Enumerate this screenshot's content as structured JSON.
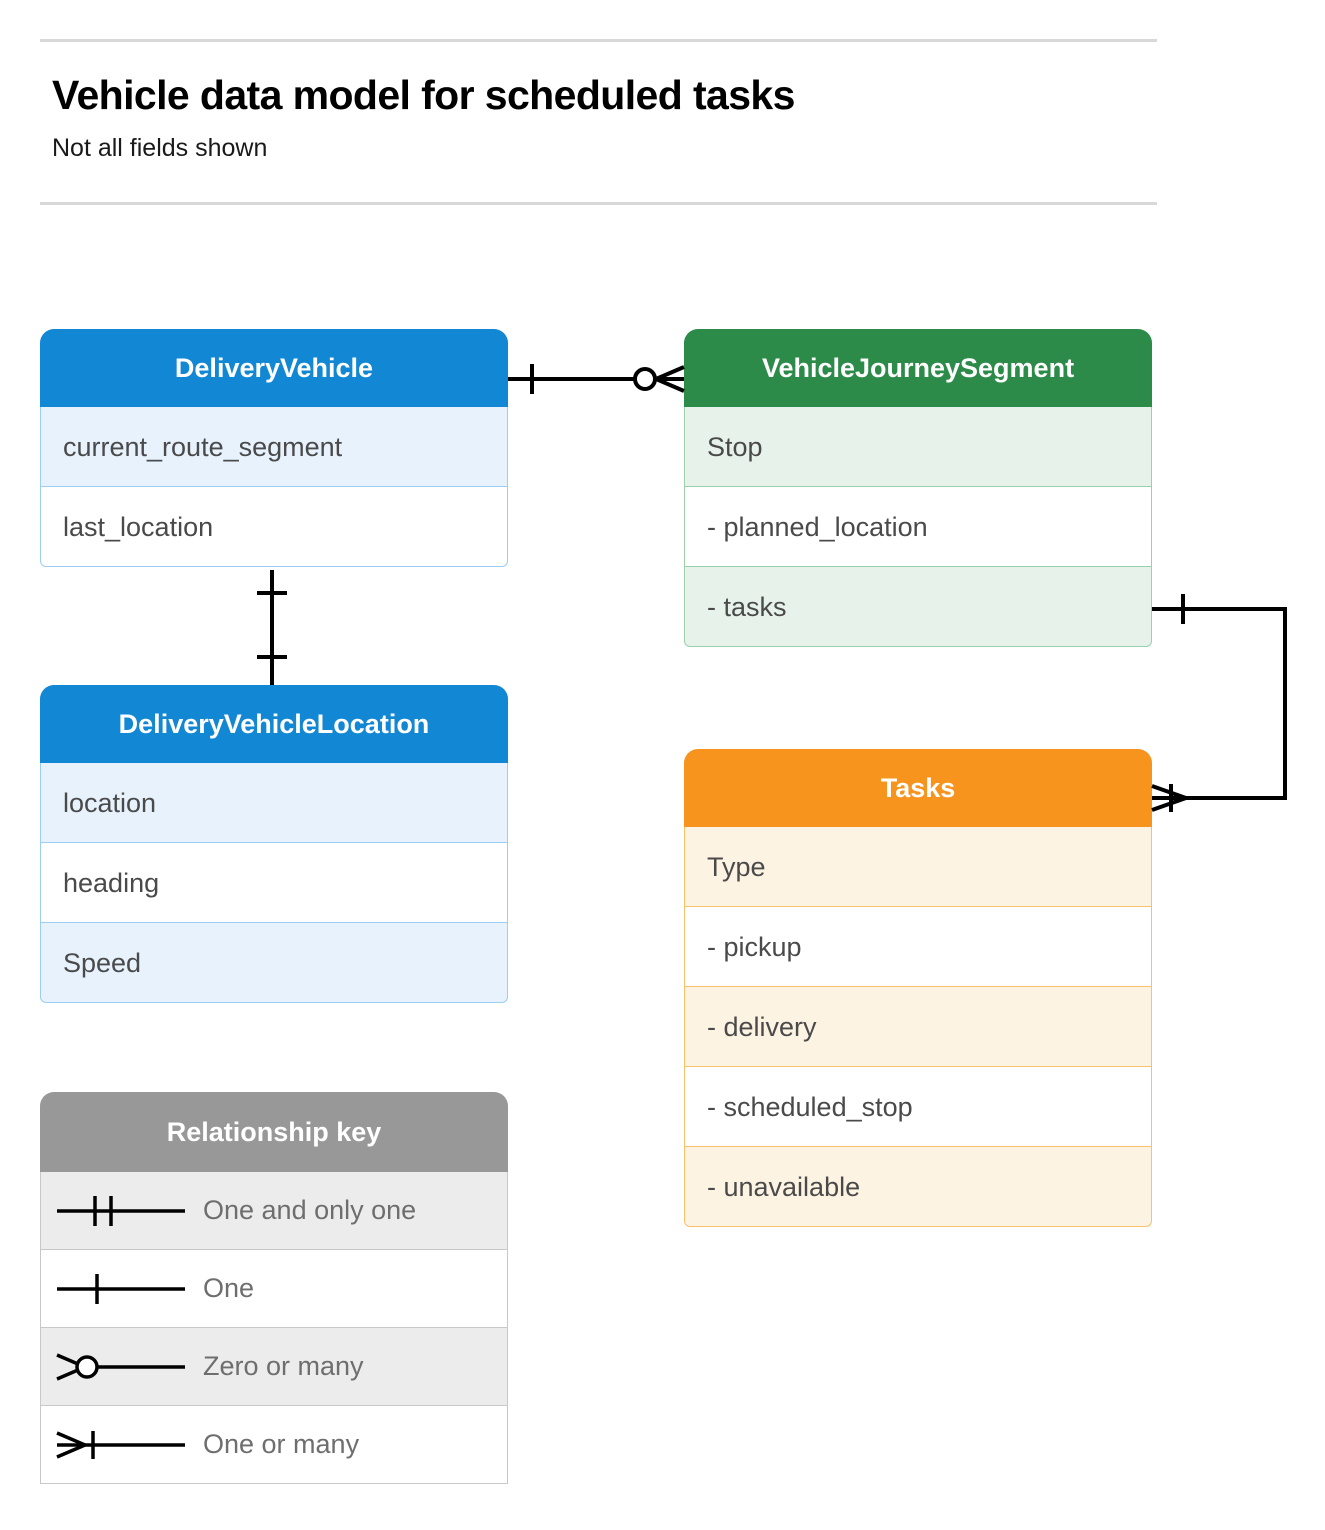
{
  "header": {
    "title": "Vehicle data model for scheduled tasks",
    "subtitle": "Not all fields shown"
  },
  "entities": [
    {
      "id": "delivery-vehicle",
      "name": "DeliveryVehicle",
      "color": "#1287d4",
      "rows": [
        "current_route_segment",
        "last_location"
      ]
    },
    {
      "id": "vehicle-journey-segment",
      "name": "VehicleJourneySegment",
      "color": "#2c8b48",
      "rows": [
        "Stop",
        "-  planned_location",
        "- tasks"
      ]
    },
    {
      "id": "delivery-vehicle-location",
      "name": "DeliveryVehicleLocation",
      "color": "#1287d4",
      "rows": [
        "location",
        "heading",
        "Speed"
      ]
    },
    {
      "id": "tasks",
      "name": "Tasks",
      "color": "#f6941d",
      "rows": [
        "Type",
        "-  pickup",
        "-  delivery",
        "-  scheduled_stop",
        "-  unavailable"
      ]
    }
  ],
  "legend": {
    "title": "Relationship key",
    "header_color": "#989898",
    "rows": [
      {
        "symbol": "one-and-only-one",
        "label": "One and only one"
      },
      {
        "symbol": "one",
        "label": "One"
      },
      {
        "symbol": "zero-or-many",
        "label": "Zero or many"
      },
      {
        "symbol": "one-or-many",
        "label": "One or many"
      }
    ]
  },
  "relationships": [
    {
      "id": "rel-vehicle-segment",
      "from": "DeliveryVehicle",
      "to": "VehicleJourneySegment",
      "from_cardinality": "One",
      "to_cardinality": "Zero or many"
    },
    {
      "id": "rel-vehicle-location",
      "from": "DeliveryVehicle",
      "to": "DeliveryVehicleLocation",
      "from_cardinality": "One",
      "to_cardinality": "One"
    },
    {
      "id": "rel-segment-tasks",
      "from": "VehicleJourneySegment",
      "to": "Tasks",
      "from_cardinality": "One",
      "to_cardinality": "One or many"
    }
  ]
}
